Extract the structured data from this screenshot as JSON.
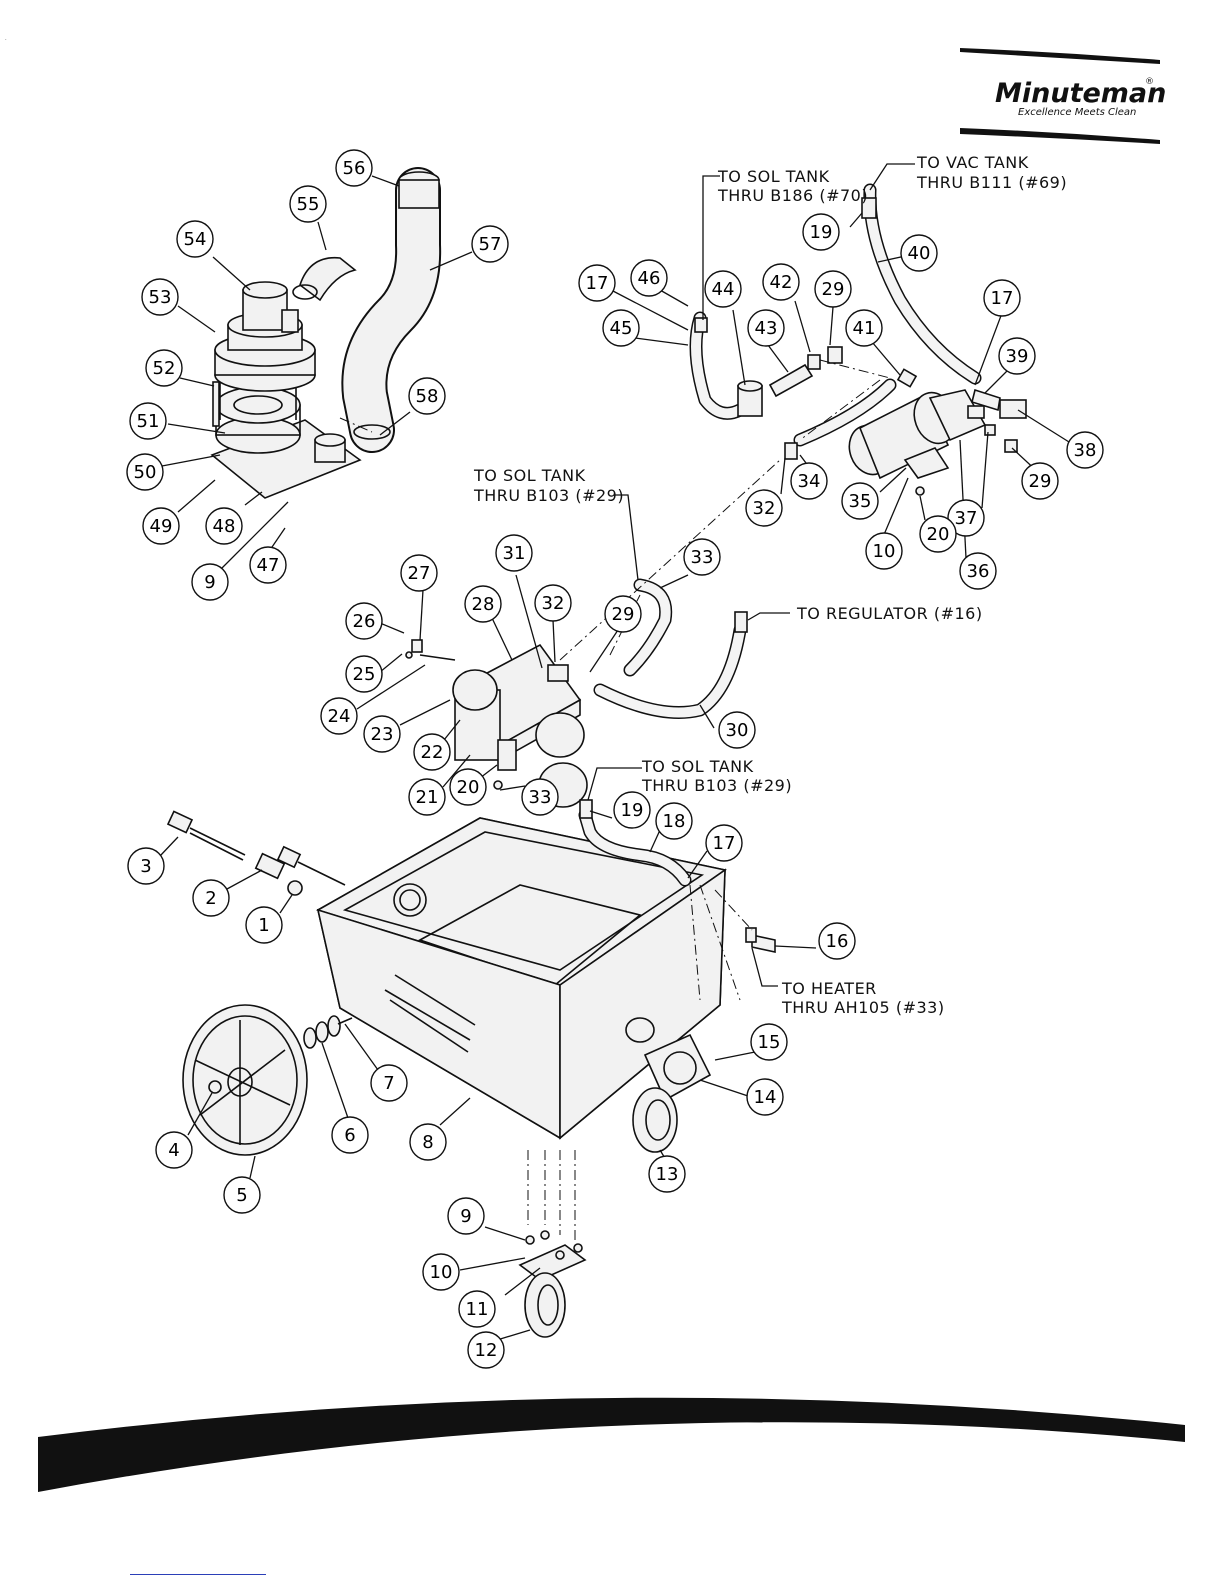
{
  "logo": {
    "brand": "Minuteman",
    "registered": "®",
    "tagline": "Excellence Meets Clean"
  },
  "notes": [
    {
      "id": "note-sol-b186",
      "lines": [
        "TO SOL TANK",
        "THRU B186 (#70)"
      ]
    },
    {
      "id": "note-vac-b111",
      "lines": [
        "TO VAC TANK",
        "THRU B111 (#69)"
      ]
    },
    {
      "id": "note-sol-b103-upper",
      "lines": [
        "TO SOL TANK",
        "THRU B103 (#29)"
      ]
    },
    {
      "id": "note-regulator",
      "lines": [
        "TO REGULATOR (#16)"
      ]
    },
    {
      "id": "note-sol-b103-lower",
      "lines": [
        "TO SOL TANK",
        "THRU B103 (#29)"
      ]
    },
    {
      "id": "note-heater",
      "lines": [
        "TO HEATER",
        "THRU AH105 (#33)"
      ]
    }
  ],
  "callouts": [
    "56",
    "55",
    "57",
    "54",
    "53",
    "52",
    "51",
    "50",
    "49",
    "48",
    "9",
    "47",
    "58",
    "17",
    "46",
    "45",
    "44",
    "42",
    "43",
    "29",
    "41",
    "19",
    "40",
    "17",
    "39",
    "38",
    "29",
    "37",
    "36",
    "35",
    "20",
    "10",
    "34",
    "32",
    "33",
    "30",
    "31",
    "32",
    "29",
    "28",
    "27",
    "26",
    "25",
    "24",
    "23",
    "22",
    "21",
    "20",
    "33",
    "19",
    "18",
    "17",
    "16",
    "3",
    "2",
    "1",
    "4",
    "5",
    "6",
    "7",
    "8",
    "15",
    "14",
    "13",
    "9",
    "10",
    "11",
    "12"
  ]
}
